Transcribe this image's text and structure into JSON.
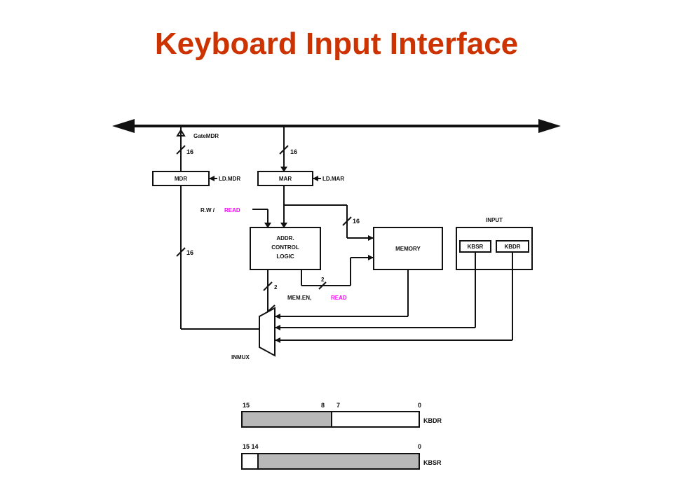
{
  "title": "Keyboard Input Interface",
  "colors": {
    "title": "#cc3300",
    "highlight": "#ff00ff",
    "register_fill": "#b8b8b8"
  },
  "datapath": {
    "gate_label": "GateMDR",
    "mdr": {
      "label": "MDR",
      "load": "LD.MDR",
      "width": "16"
    },
    "mar": {
      "label": "MAR",
      "load": "LD.MAR",
      "width": "16"
    },
    "rw_label": "R.W /",
    "rw_read": "READ",
    "addr_logic": [
      "ADDR.",
      "CONTROL",
      "LOGIC"
    ],
    "memory": {
      "label": "MEMORY",
      "width": "16"
    },
    "mdr_width": "16",
    "input": {
      "title": "INPUT",
      "kbsr": "KBSR",
      "kbdr": "KBDR"
    },
    "mem_en_label": "MEM.EN,",
    "mem_en_read": "READ",
    "mem_en_width": "2",
    "inmux_width": "2",
    "inmux": "INMUX"
  },
  "registers": {
    "kbdr": {
      "name": "KBDR",
      "bit_left": "15",
      "bit_mid_a": "8",
      "bit_mid_b": "7",
      "bit_right": "0"
    },
    "kbsr": {
      "name": "KBSR",
      "bit_left": "15 14",
      "bit_right": "0"
    }
  }
}
